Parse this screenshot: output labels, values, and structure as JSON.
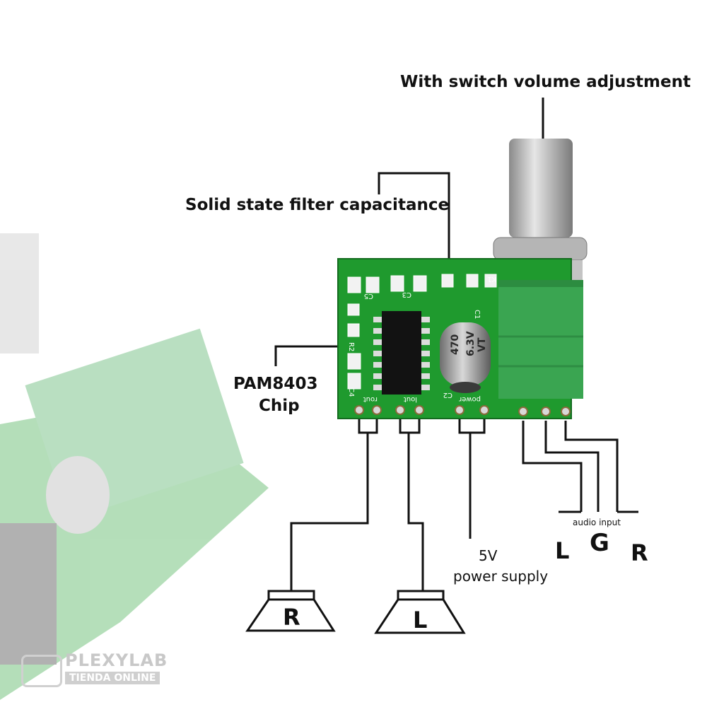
{
  "labels": {
    "volume": "With switch volume adjustment",
    "capacitor": "Solid state filter capacitance",
    "chip_line1": "PAM8403",
    "chip_line2": "Chip",
    "supply_line1": "5V",
    "supply_line2": "power supply",
    "audio_input": "audio input",
    "audio_l": "L",
    "audio_g": "G",
    "audio_r": "R"
  },
  "speakers": {
    "right": "R",
    "left": "L"
  },
  "board": {
    "silk_c5": "C5",
    "silk_c3": "C3",
    "silk_c1": "C1",
    "silk_r2": "R2",
    "silk_c4": "C4",
    "silk_c2": "C2",
    "silk_k1": "K1",
    "silk_rout": "rout",
    "silk_lout": "lout",
    "silk_power": "power",
    "cap_value1": "470",
    "cap_value2": "6.3V",
    "cap_value3": "VT"
  },
  "brand": {
    "name": "PLEXYLAB",
    "tagline": "TIENDA ONLINE"
  },
  "colors": {
    "pcb": "#1f9a2e",
    "pcb_dark": "#146b1f",
    "pot_body": "#3aa551",
    "wire": "#111111",
    "shaft": "#b9b9b9"
  }
}
